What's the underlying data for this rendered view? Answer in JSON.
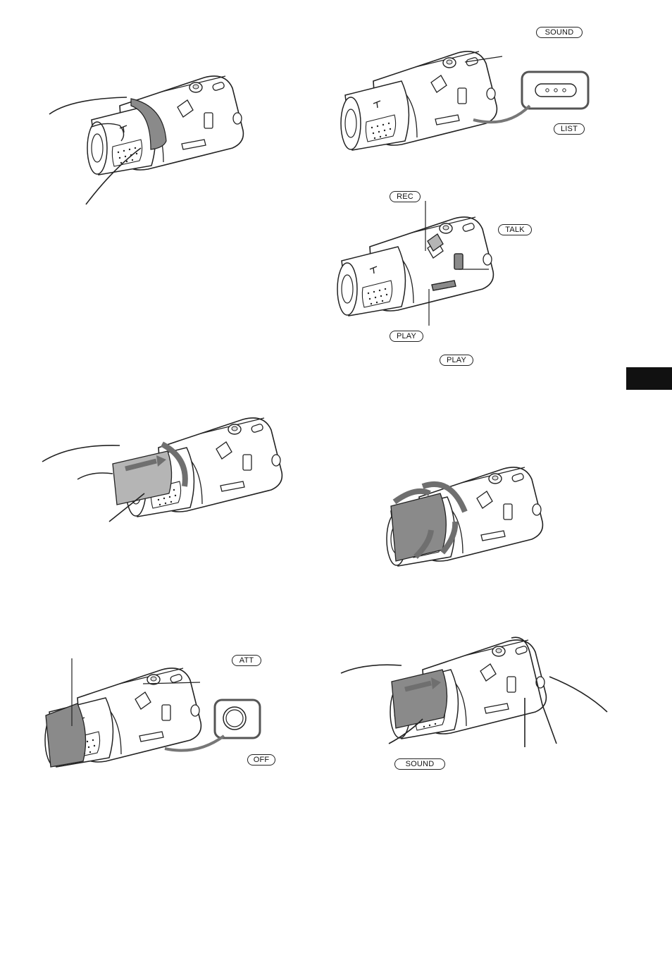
{
  "labels": {
    "sound_top": "SOUND",
    "list": "LIST",
    "rec": "REC",
    "talk": "TALK",
    "play_bottom": "PLAY",
    "play_right": "PLAY",
    "att": "ATT",
    "off": "OFF",
    "sound_bottom": "SOUND"
  },
  "colors": {
    "ink": "#222222",
    "shade": "#8a8a8a",
    "light_shade": "#b5b5b5",
    "arrow": "#6f6f6f",
    "tab": "#111111"
  }
}
